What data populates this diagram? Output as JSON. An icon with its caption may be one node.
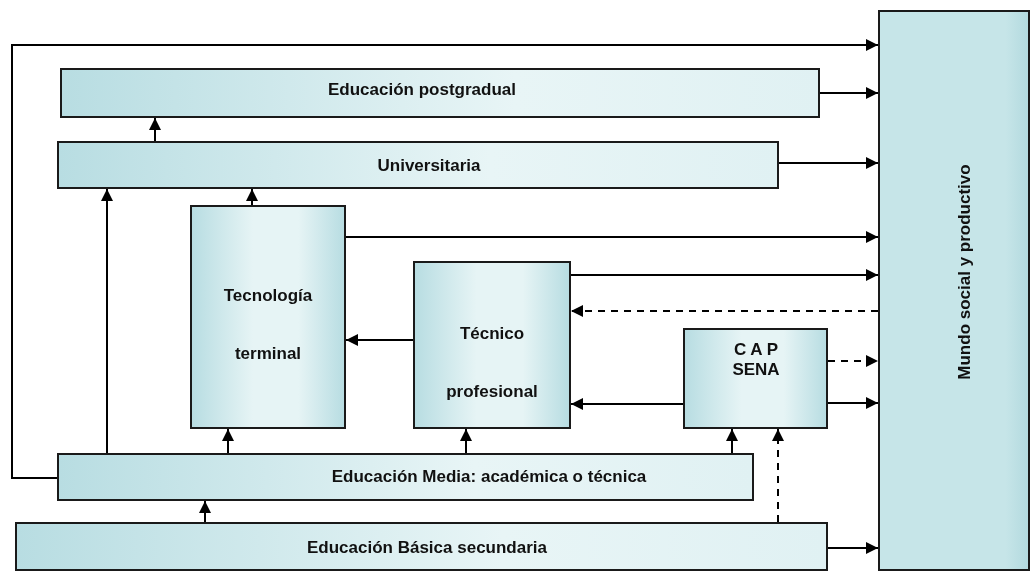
{
  "diagram": {
    "nodes": [
      {
        "text": [
          "Educación postgradual"
        ]
      },
      {
        "text": [
          "Universitaria"
        ]
      },
      {
        "text": [
          "Tecnología terminal"
        ]
      },
      {
        "text": [
          "Técnico profesional"
        ]
      },
      {
        "text": [
          "C A P SENA"
        ]
      },
      {
        "text": [
          "Educación Media: académica o técnica"
        ]
      },
      {
        "text": [
          "Educación Básica secundaria"
        ]
      },
      {
        "text": [
          "Mundo social y productivo"
        ]
      }
    ],
    "edges": [
      {
        "from": 5,
        "to": 7,
        "arrow": "to"
      },
      {
        "from": 0,
        "to": 7,
        "arrow": "to"
      },
      {
        "from": 1,
        "to": 7,
        "arrow": "to"
      },
      {
        "from": 1,
        "to": 0,
        "arrow": "to"
      },
      {
        "from": 5,
        "to": 1,
        "arrow": "to"
      },
      {
        "from": 2,
        "to": 1,
        "arrow": "to"
      },
      {
        "from": 2,
        "to": 7,
        "arrow": "to"
      },
      {
        "from": 3,
        "to": 7,
        "arrow": "to"
      },
      {
        "from": 7,
        "to": 3,
        "arrow": "to",
        "style": "dashed"
      },
      {
        "from": 3,
        "to": 2,
        "arrow": "to"
      },
      {
        "from": 4,
        "to": 7,
        "arrow": "to",
        "style": "dashed"
      },
      {
        "from": 4,
        "to": 7,
        "arrow": "to"
      },
      {
        "from": 4,
        "to": 3,
        "arrow": "to"
      },
      {
        "from": 5,
        "to": 2,
        "arrow": "to"
      },
      {
        "from": 5,
        "to": 3,
        "arrow": "to"
      },
      {
        "from": 5,
        "to": 4,
        "arrow": "to"
      },
      {
        "from": 6,
        "to": 4,
        "arrow": "to",
        "style": "dashed"
      },
      {
        "from": 6,
        "to": 7,
        "arrow": "to"
      },
      {
        "from": 6,
        "to": 5,
        "arrow": "to"
      }
    ]
  }
}
